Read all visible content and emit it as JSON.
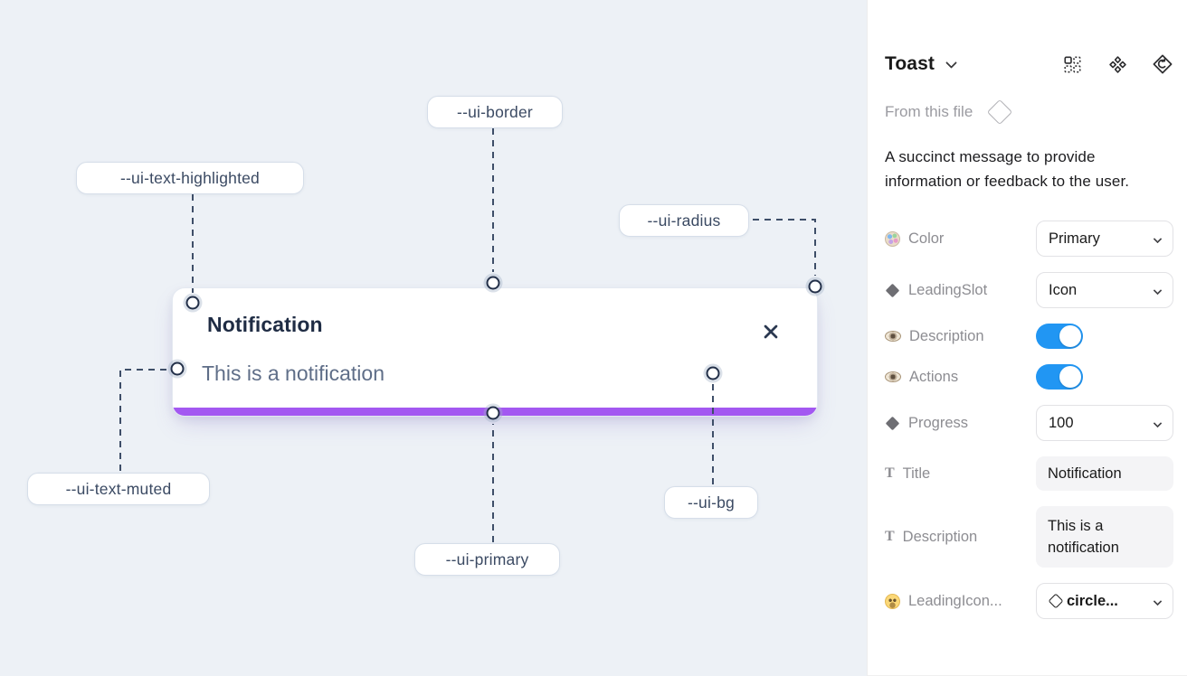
{
  "canvas": {
    "variable_labels": {
      "border": "--ui-border",
      "text_highlighted": "--ui-text-highlighted",
      "radius": "--ui-radius",
      "text_muted": "--ui-text-muted",
      "primary": "--ui-primary",
      "bg": "--ui-bg"
    },
    "toast": {
      "title": "Notification",
      "description": "This is a notification"
    },
    "colors": {
      "canvas_bg": "#EDF1F6",
      "primary_bar": "#A358F1",
      "label_text": "#3B4A63",
      "title_text": "#1F2C44",
      "muted_text": "#5F6E88"
    }
  },
  "panel": {
    "title": "Toast",
    "header_icons": [
      "variant-grid-icon",
      "component-icon",
      "swap-instance-icon"
    ],
    "source_label": "From this file",
    "description": "A succinct message to provide information or feedback to the user.",
    "icon_glyphs": {
      "text": "T"
    },
    "colors": {
      "toggle_on": "#2196F3"
    },
    "properties": [
      {
        "icon": "palette",
        "label": "Color",
        "control": "dropdown",
        "value": "Primary"
      },
      {
        "icon": "diamond",
        "label": "LeadingSlot",
        "control": "dropdown",
        "value": "Icon"
      },
      {
        "icon": "eye",
        "label": "Description",
        "control": "toggle",
        "value": "on"
      },
      {
        "icon": "eye",
        "label": "Actions",
        "control": "toggle",
        "value": "on"
      },
      {
        "icon": "diamond",
        "label": "Progress",
        "control": "dropdown",
        "value": "100"
      },
      {
        "icon": "text",
        "label": "Title",
        "control": "textfield",
        "value": "Notification"
      },
      {
        "icon": "text",
        "label": "Description",
        "control": "textfield",
        "value": "This is a notification"
      },
      {
        "icon": "smiley",
        "label": "LeadingIcon...",
        "control": "dropdown",
        "value": "circle...",
        "value_icon": "diamond-outline"
      }
    ]
  }
}
